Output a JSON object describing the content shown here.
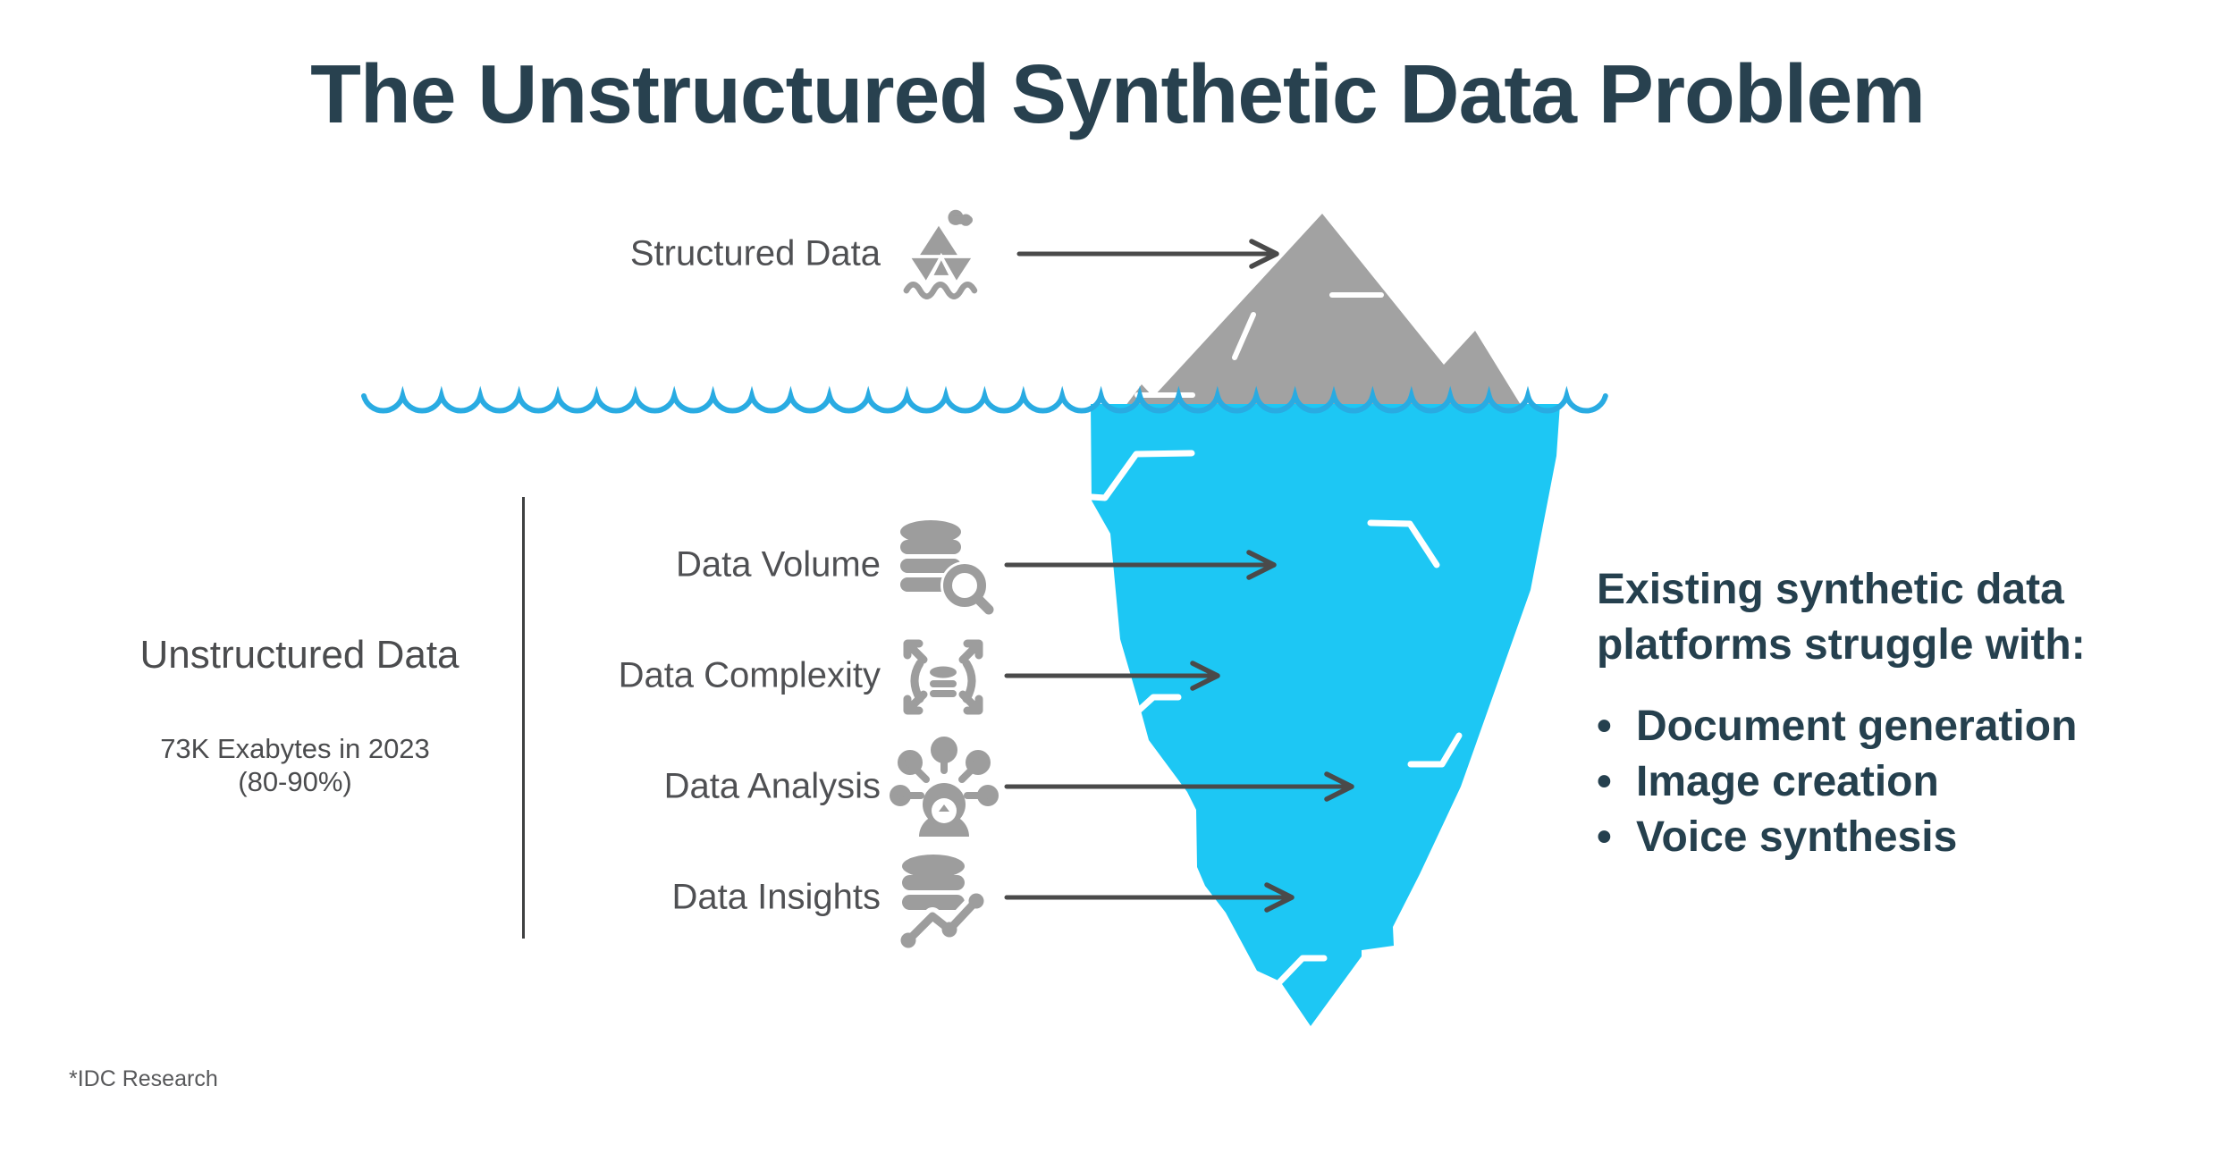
{
  "title": "The Unstructured Synthetic Data Problem",
  "above_water": {
    "label": "Structured Data",
    "icon": "iceberg-ship-icon"
  },
  "left_panel": {
    "heading": "Unstructured Data",
    "stat_line_1": "73K Exabytes in 2023",
    "stat_line_2": "(80-90%)"
  },
  "underwater": {
    "rows": [
      {
        "label": "Data Volume",
        "icon": "database-search-icon"
      },
      {
        "label": "Data Complexity",
        "icon": "database-expand-icon"
      },
      {
        "label": "Data Analysis",
        "icon": "person-ideas-icon"
      },
      {
        "label": "Data Insights",
        "icon": "database-trend-icon"
      }
    ]
  },
  "right_panel": {
    "heading_line_1": "Existing synthetic data",
    "heading_line_2": "platforms struggle with:",
    "bullet_char": "•",
    "bullets": [
      "Document generation",
      "Image creation",
      "Voice synthesis"
    ]
  },
  "footnote": "*IDC Research",
  "colors": {
    "title_navy": "#28414F",
    "right_text_navy": "#25404E",
    "label_gray": "#4F5053",
    "icon_gray": "#9D9D9D",
    "mountain_gray": "#A2A2A2",
    "iceberg_cyan": "#1DC7F4",
    "waterline_blue": "#29ABE2",
    "arrow_gray": "#4A4A4A"
  }
}
